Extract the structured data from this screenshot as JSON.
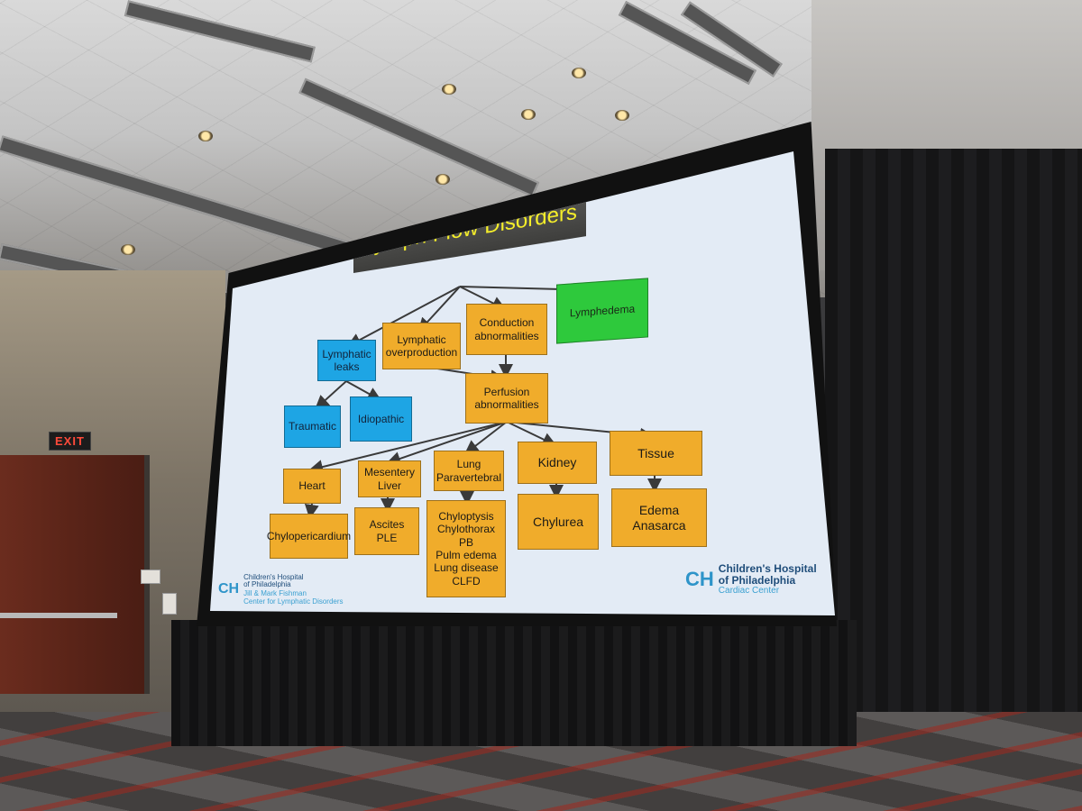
{
  "slide": {
    "title": "Lymph Flow Disorders",
    "nodes": {
      "lymphedema": "Lymphedema",
      "lymphatic_leaks": "Lymphatic\nleaks",
      "overproduction": "Lymphatic\noverproduction",
      "conduction": "Conduction\nabnormalities",
      "perfusion": "Perfusion\nabnormalities",
      "traumatic": "Traumatic",
      "idiopathic": "Idiopathic",
      "heart": "Heart",
      "mesentery_liver": "Mesentery\nLiver",
      "lung_paravertebral": "Lung\nParavertebral",
      "kidney": "Kidney",
      "tissue": "Tissue",
      "chylopericardium": "Chylopericardium",
      "ascites_ple": "Ascites\nPLE",
      "lung_conditions": "Chyloptysis\nChylothorax\nPB\nPulm edema\nLung disease\nCLFD",
      "chylurea": "Chylurea",
      "edema_anasarca": "Edema\nAnasarca"
    },
    "colors": {
      "orange": "#f0ac2b",
      "blue": "#1ea5e4",
      "green": "#2ec93c",
      "title_text": "#f5ee2a",
      "title_bg": "#4a4a48",
      "arrow": "#3a3a3a"
    },
    "logo_left": {
      "mark": "CH",
      "name": "Children's Hospital\nof Philadelphia",
      "sub": "Jill & Mark Fishman\nCenter for Lymphatic Disorders"
    },
    "logo_right": {
      "mark": "CH",
      "name": "Children's Hospital\nof Philadelphia",
      "sub": "Cardiac Center"
    }
  },
  "room": {
    "exit_sign": "EXIT"
  }
}
